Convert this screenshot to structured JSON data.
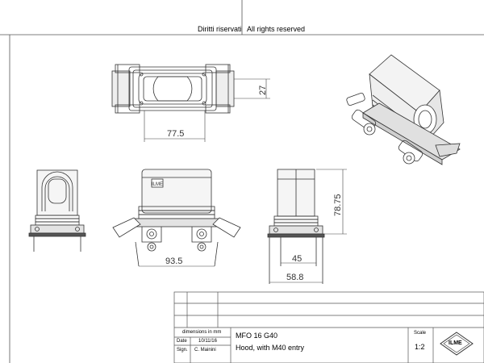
{
  "header": {
    "rights_it": "Diritti riservati",
    "rights_en": "All rights reserved"
  },
  "dimensions": {
    "top_height": "27",
    "top_width": "77.5",
    "front_width": "93.5",
    "side_height": "78.75",
    "side_inner_width": "45",
    "side_outer_width": "58.8"
  },
  "title_block": {
    "units_note": "dimensions in mm",
    "date_label": "Date",
    "date_value": "10/11/16",
    "sign_label": "Sign.",
    "sign_value": "C. Mainini",
    "product_code": "MFO 16 G40",
    "description": "Hood, with M40 entry",
    "scale_label": "Scale",
    "scale_value": "1:2",
    "logo_text": "ILME"
  },
  "colors": {
    "line": "#333333",
    "light_line": "#777777",
    "fill_light": "#eeeeee",
    "fill_mid": "#d9d9d9"
  }
}
